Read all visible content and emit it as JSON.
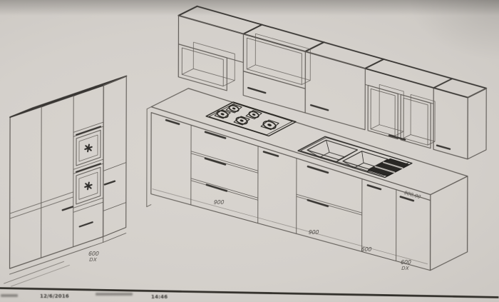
{
  "drawing": {
    "dimension_labels": [
      {
        "text": "600",
        "sub": "DX"
      },
      {
        "text": "900",
        "sub": ""
      },
      {
        "text": "900",
        "sub": ""
      },
      {
        "text": "600",
        "sub": ""
      },
      {
        "text": "900,00",
        "sub": ""
      },
      {
        "text": "600",
        "sub": "DX"
      }
    ],
    "elements": {
      "tall_unit": "tall oven column",
      "wall_row": "wall cabinets with open shelves",
      "base_run": "base cabinet run with counter",
      "cooktop": "5-burner gas hob",
      "sink": "double-bowl sink with drainer"
    }
  },
  "titleblock": {
    "date": "12/6/2016",
    "time": "14:46"
  },
  "colors": {
    "paper": "#d4d0cb",
    "ink": "#55514c",
    "ink_dark": "#2c2a27"
  }
}
